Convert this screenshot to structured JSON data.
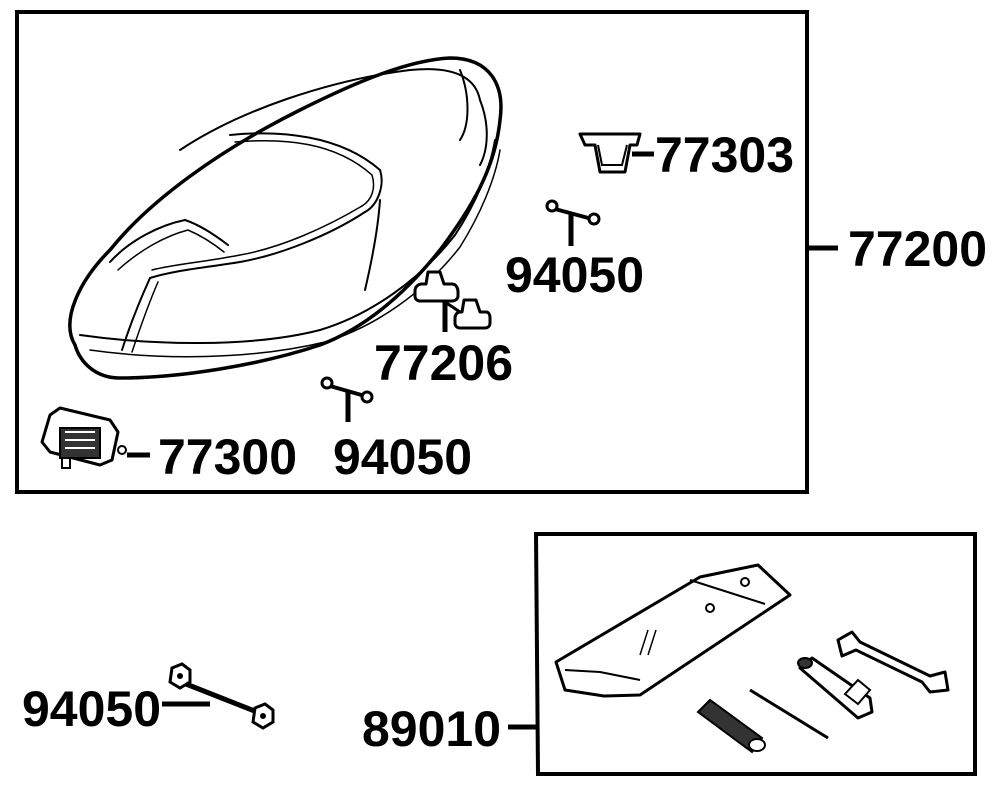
{
  "diagram": {
    "seat_group": {
      "assembly_number": "77200",
      "parts": {
        "buffer": "77303",
        "nut_upper": "94050",
        "rubber_stopper": "77206",
        "nut_lower": "94050",
        "seat_lock": "77300"
      }
    },
    "loose_parts": {
      "seat_nut": "94050"
    },
    "tool_kit": {
      "part_number": "89010"
    }
  }
}
